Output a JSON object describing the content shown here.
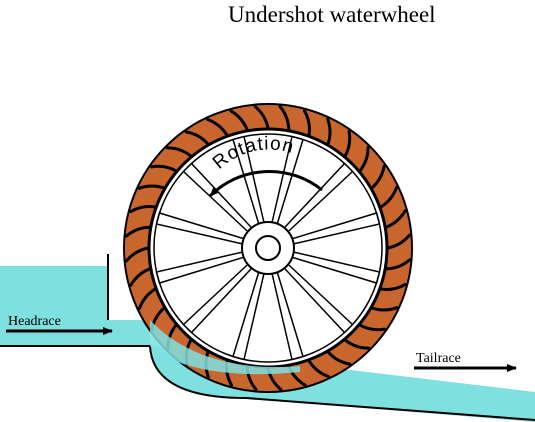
{
  "title": "Undershot waterwheel",
  "labels": {
    "rotation": "Rotation",
    "headrace": "Headrace",
    "tailrace": "Tailrace"
  },
  "colors": {
    "water": "#7fe0e0",
    "rim": "#c8662e",
    "line": "#000000",
    "background": "#ffffff"
  },
  "icons": {
    "rotation_arrow": "curved-arrow-counterclockwise",
    "flow_arrows": "arrow-right"
  }
}
